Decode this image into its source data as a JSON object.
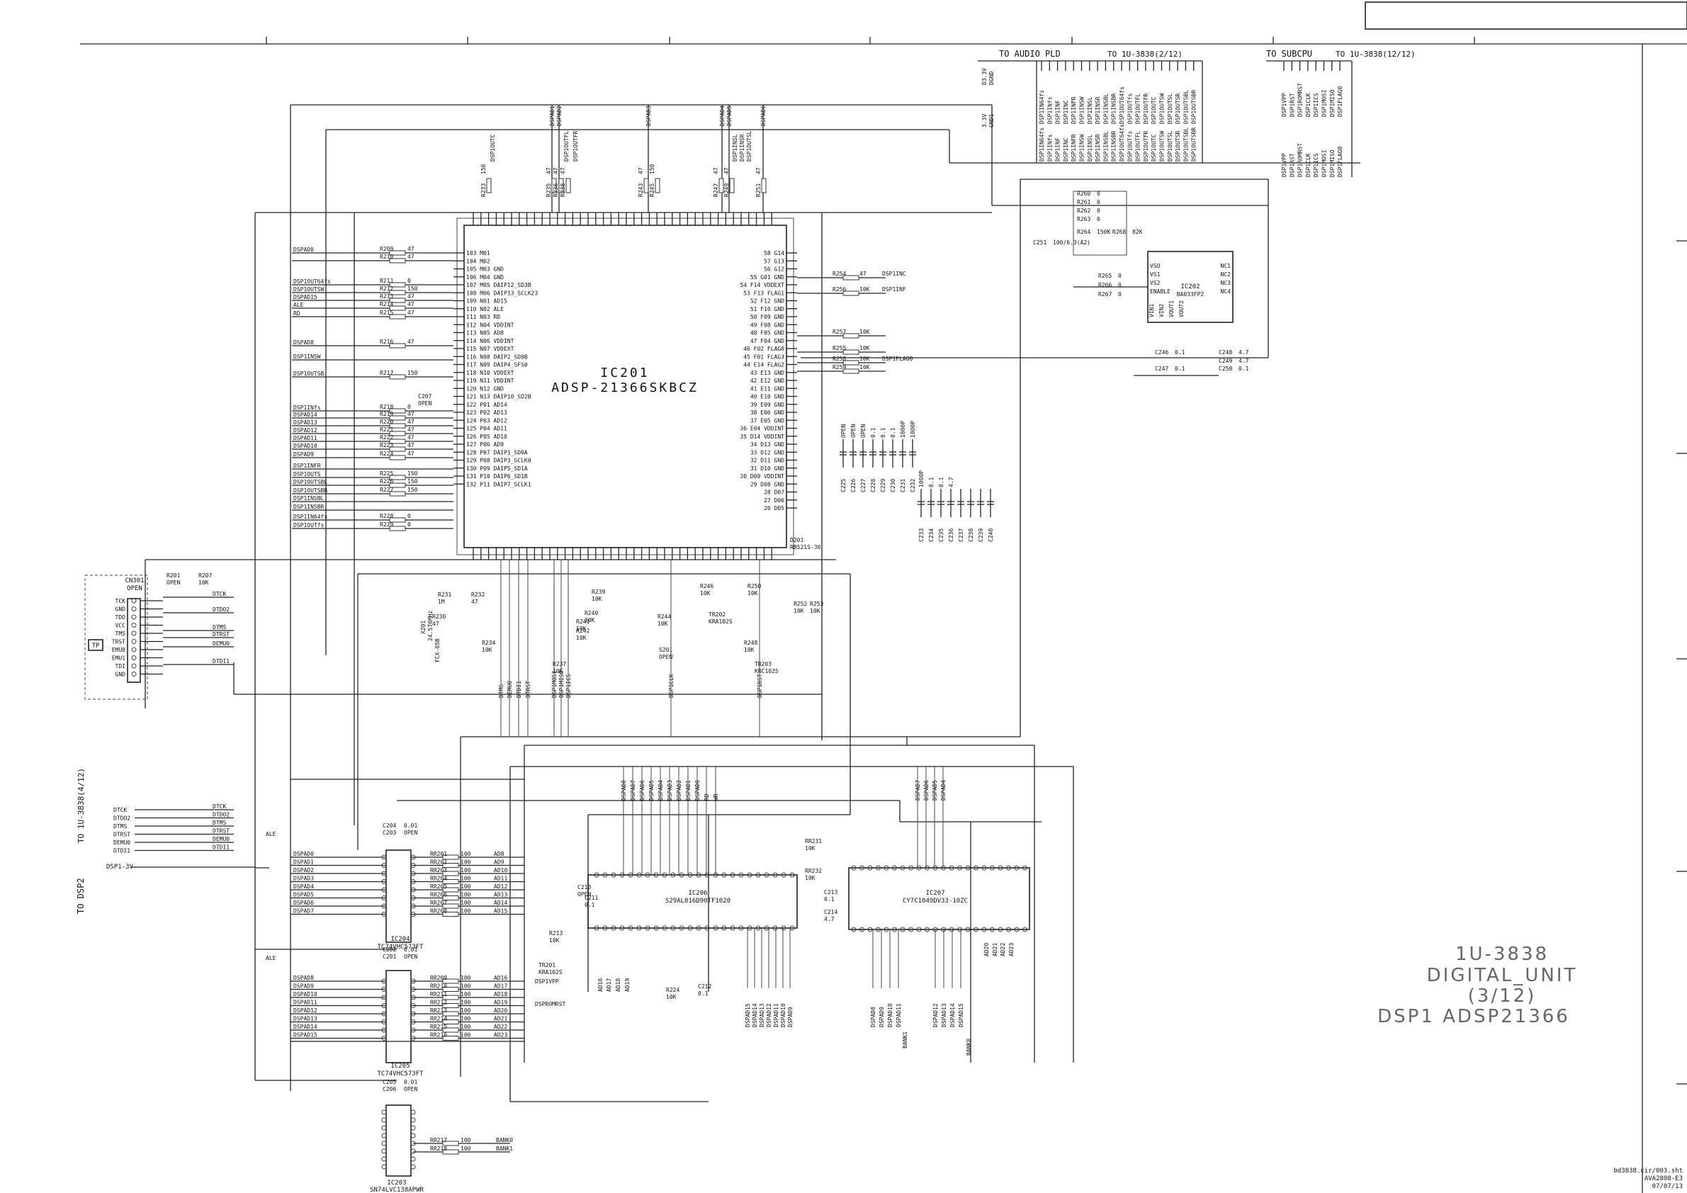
{
  "title": {
    "board": "1U-3838",
    "unit": "DIGITAL_UNIT",
    "page": "(3/12)",
    "subject": "DSP1 ADSP21366"
  },
  "footer": {
    "file": "bd3838.cir/003.sht",
    "code": "AVA2808-E3",
    "date": "07/07/13"
  },
  "connectors": {
    "audio_pld": {
      "label": "TO AUDIO PLD",
      "ref": "TO 1U-3838(2/12)"
    },
    "subcpu": {
      "label": "TO SUBCPU",
      "ref": "TO 1U-3838(12/12)"
    },
    "dsp2": {
      "label": "TO DSP2",
      "ref": "TO 1U-3838(4/12)"
    },
    "power": {
      "pin1": "3.3V",
      "pin2": "GND1",
      "net": "D3.3V",
      "net2": "DGND"
    }
  },
  "audio_pld_signals": [
    "DSP1IN64fs",
    "DSP1INfs",
    "DSP1INF",
    "DSP1INC",
    "DSP1INFR",
    "DSP1INSW",
    "DSP1INSL",
    "DSP1INSR",
    "DSP1INSBL",
    "DSP1INSBR",
    "DSP1OUT64fs",
    "DSP1OUTfs",
    "DSP1OUTFL",
    "DSP1OUTFR",
    "DSP1OUTC",
    "DSP1OUTSW",
    "DSP1OUTSL",
    "DSP1OUTSR",
    "DSP1OUTSBL",
    "DSP1OUTSBR"
  ],
  "subcpu_signals": [
    "DSP1VPP",
    "DSP1RST",
    "DSP1ROMRST",
    "DSP1CLK",
    "DSP1ICS",
    "DSP1MOSI",
    "DSP1MISO",
    "DSP1FLAG0"
  ],
  "ics": {
    "ic201": {
      "ref": "IC201",
      "part": "ADSP-21366SKBCZ"
    },
    "ic202": {
      "ref": "IC202",
      "part": "BA033FP2"
    },
    "ic204": {
      "ref": "IC204",
      "part": "TC74VHC573FT"
    },
    "ic205": {
      "ref": "IC205",
      "part": "TC74VHC573FT"
    },
    "ic203": {
      "ref": "IC203",
      "part": "SN74LVC138APWR"
    },
    "ic206": {
      "ref": "IC206",
      "part": "S29AL016D90TF1020"
    },
    "ic207": {
      "ref": "IC207",
      "part": "CY7C1049DV33-10ZC"
    }
  },
  "jtag": {
    "ref": "CN301",
    "note": "OPEN",
    "tp": "TP",
    "pins": [
      "TCK",
      "GND",
      "TDO",
      "VCC",
      "TMS",
      "TRST",
      "EMU0",
      "EMU1",
      "TDI",
      "GND"
    ],
    "dtags": [
      "DTCK",
      "DTDO2",
      "DTMS",
      "DTRST",
      "DEMU0",
      "DTDI1"
    ]
  },
  "dsp2_signals": [
    "DTCK",
    "DTDO2",
    "DTMS",
    "DTRST",
    "DEMU0",
    "DTDI1"
  ],
  "dsp2_power": "DSP1-3V",
  "left_nets": [
    {
      "net": "DSPAD0",
      "res": "R209",
      "val": "47"
    },
    {
      "net": "",
      "res": "R210",
      "val": "47"
    },
    {
      "net": "DSP1OUT64fs",
      "res": "R211",
      "val": "0"
    },
    {
      "net": "DSP1OUTSW",
      "res": "R212",
      "val": "150"
    },
    {
      "net": "DSPAD15",
      "res": "R213",
      "val": "47"
    },
    {
      "net": "ALE",
      "res": "R214",
      "val": "47"
    },
    {
      "net": "RD",
      "res": "R215",
      "val": "47"
    },
    {
      "net": "DSPAD8",
      "res": "R216",
      "val": "47"
    },
    {
      "net": "DSP1INSW",
      "res": "",
      "val": ""
    },
    {
      "net": "DSP1OUTSB",
      "res": "R217",
      "val": "150"
    },
    {
      "net": "DSP1INfs",
      "res": "R218",
      "val": "0"
    },
    {
      "net": "DSPAD14",
      "res": "R219",
      "val": "47"
    },
    {
      "net": "DSPAD13",
      "res": "R220",
      "val": "47"
    },
    {
      "net": "DSPAD12",
      "res": "R221",
      "val": "47"
    },
    {
      "net": "DSPAD11",
      "res": "R222",
      "val": "47"
    },
    {
      "net": "DSPAD10",
      "res": "R223",
      "val": "47"
    },
    {
      "net": "DSPAD9",
      "res": "R224",
      "val": "47"
    },
    {
      "net": "DSP1INFR",
      "res": "",
      "val": ""
    },
    {
      "net": "DSP1OUTS",
      "res": "R225",
      "val": "150"
    },
    {
      "net": "DSP1OUTSBL",
      "res": "R226",
      "val": "150"
    },
    {
      "net": "DSP1OUTSBR",
      "res": "R227",
      "val": "150"
    },
    {
      "net": "DSP1INSBL",
      "res": "",
      "val": ""
    },
    {
      "net": "DSP1INSBR",
      "res": "",
      "val": ""
    },
    {
      "net": "DSP1IN64fs",
      "res": "R228",
      "val": "0"
    },
    {
      "net": "DSP1OUTfs",
      "res": "R229",
      "val": "0"
    }
  ],
  "ic201_left_pins": [
    "103 M01",
    "104 M02",
    "105 M03 GND",
    "106 M04 GND",
    "107 M05 DAIP12_SD3B",
    "108 M06 DAIP13_SCLK23",
    "109 N01 AD15",
    "110 N02 ALE",
    "111 N03 RD",
    "112 N04 VDDINT",
    "113 N05 AD8",
    "114 N06 VDDINT",
    "115 N07 VDDEXT",
    "116 N08 DAIP2_SD0B",
    "117 N09 DAIP4_SFS0",
    "118 N10 VDDEXT",
    "119 N11 VDDINT",
    "120 N12 GND",
    "121 N13 DAIP10_SD2B",
    "122 P01 AD14",
    "123 P02 AD13",
    "124 P03 AD12",
    "125 P04 AD11",
    "126 P05 AD10",
    "127 P06 AD9",
    "128 P07 DAIP1_SD0A",
    "129 P08 DAIP3_SCLK0",
    "130 P09 DAIP5_SD1A",
    "131 P10 DAIP6_SD1B",
    "132 P11 DAIP7_SCLK1"
  ],
  "ic201_right_pins": [
    "58 G14",
    "57 G13",
    "56 G12",
    "55 G01 GND",
    "54 F14 VDDEXT",
    "53 F13 FLAG1",
    "52 F12 GND",
    "51 F10 GND",
    "50 F09 GND",
    "49 F08 GND",
    "48 F05 GND",
    "47 F04 GND",
    "46 F02 FLAG0",
    "45 F01 FLAG3",
    "44 E14 FLAG2",
    "43 E13 GND",
    "42 E12 GND",
    "41 E11 GND",
    "40 E10 GND",
    "39 E09 GND",
    "38 E06 GND",
    "37 E05 GND",
    "36 E04 VDDINT",
    "35 D14 VDDINT",
    "34 D13 GND",
    "33 D12 GND",
    "32 D11 GND",
    "31 D10 GND",
    "30 D09 VDDINT",
    "29 D08 GND",
    "28 D07",
    "27 D06",
    "26 D05"
  ],
  "right_nets": [
    {
      "net": "DSP1INC",
      "res": "R254",
      "val": "47"
    },
    {
      "net": "DSP1INF",
      "res": "R256",
      "val": "10K"
    },
    {
      "net": "",
      "res": "R257",
      "val": "10K"
    },
    {
      "net": "",
      "res": "R255",
      "val": "10K"
    },
    {
      "net": "DSP1FLAG0",
      "res": "R258",
      "val": "10K"
    },
    {
      "net": "",
      "res": "R259",
      "val": "10K"
    }
  ],
  "decoupling": [
    "C225",
    "C226",
    "C227",
    "C228",
    "C229",
    "C230",
    "C231",
    "C232",
    "C233",
    "C234",
    "C235",
    "C236",
    "C237",
    "C238",
    "C239",
    "C240"
  ],
  "dec_values": [
    "OPEN",
    "OPEN",
    "OPEN",
    "0.1",
    "0.1",
    "0.1",
    "1000P",
    "1000P",
    "1000P",
    "0.1",
    "0.1",
    "4.7"
  ],
  "ic202_pins": [
    "VSO",
    "VS1",
    "VS2",
    "ENABLE",
    "VIN1",
    "VIN2",
    "VOUT1",
    "VOUT2",
    "NC1",
    "NC2",
    "NC3",
    "NC4"
  ],
  "ic202_parts": [
    {
      "ref": "R260",
      "val": "0"
    },
    {
      "ref": "R261",
      "val": "0"
    },
    {
      "ref": "R262",
      "val": "0"
    },
    {
      "ref": "R263",
      "val": "0"
    },
    {
      "ref": "R264",
      "val": "150K"
    },
    {
      "ref": "R268",
      "val": "82K"
    },
    {
      "ref": "R265",
      "val": "0"
    },
    {
      "ref": "R266",
      "val": "0"
    },
    {
      "ref": "R267",
      "val": "0"
    },
    {
      "ref": "C251",
      "val": "100/6.3(A2)"
    },
    {
      "ref": "C246",
      "val": "0.1"
    },
    {
      "ref": "C247",
      "val": "0.1"
    },
    {
      "ref": "C248",
      "val": "4.7"
    },
    {
      "ref": "C249",
      "val": "4.7"
    },
    {
      "ref": "C250",
      "val": "0.1"
    }
  ],
  "top_bus": [
    "DSPAD1",
    "DSPAD2",
    "DSPAD3",
    "DSPAD4",
    "DSPAD5",
    "DSPAD6"
  ],
  "top_res": [
    {
      "ref": "R233",
      "val": "150"
    },
    {
      "ref": "R235",
      "val": "47"
    },
    {
      "ref": "R236",
      "val": "47"
    },
    {
      "ref": "R238",
      "val": "47"
    },
    {
      "ref": "R243",
      "val": "47"
    },
    {
      "ref": "R245",
      "val": "150"
    },
    {
      "ref": "R247",
      "val": "47"
    },
    {
      "ref": "R249",
      "val": "47"
    },
    {
      "ref": "R251",
      "val": "47"
    }
  ],
  "ic201_top_nets": [
    "DSP1OUTC",
    "DSP1OUTFL",
    "DSP1INSL",
    "DSP1OUTFR",
    "DSP1INSR",
    "DSP1OUTSL"
  ],
  "clock": {
    "ref": "X201",
    "val": "24.576MHz",
    "note": "FCX-05B"
  },
  "reset": [
    {
      "ref": "TR201",
      "val": "KRA102S"
    },
    {
      "ref": "TR202",
      "val": "KRA102S"
    },
    {
      "ref": "TR203",
      "val": "KRC102S"
    },
    {
      "ref": "D201",
      "val": "RB521S-30"
    }
  ],
  "mid_res": [
    {
      "ref": "R231",
      "val": "1M"
    },
    {
      "ref": "R232",
      "val": "47"
    },
    {
      "ref": "R230",
      "val": "47"
    },
    {
      "ref": "R234",
      "val": "10K"
    },
    {
      "ref": "R237",
      "val": "10K"
    },
    {
      "ref": "R239",
      "val": "10K"
    },
    {
      "ref": "R240",
      "val": "10K"
    },
    {
      "ref": "R241",
      "val": "10K"
    },
    {
      "ref": "R242",
      "val": "10K"
    },
    {
      "ref": "R244",
      "val": "10K"
    },
    {
      "ref": "R246",
      "val": "10K"
    },
    {
      "ref": "R248",
      "val": "10K"
    },
    {
      "ref": "R250",
      "val": "10K"
    },
    {
      "ref": "R252",
      "val": "10K"
    },
    {
      "ref": "R253",
      "val": "10K"
    },
    {
      "ref": "C207",
      "val": "OPEN"
    },
    {
      "ref": "R201",
      "val": "OPEN"
    },
    {
      "ref": "R207",
      "val": "10K"
    },
    {
      "ref": "S201",
      "val": "OPEN"
    }
  ],
  "mid_nets": [
    "DTMS",
    "DEMU0",
    "DTDI1",
    "DTRST",
    "DSP1MOSI",
    "DSP1MISO",
    "DSP1ICS",
    "DSP1CLK",
    "DSP1RST"
  ],
  "latch_a": {
    "in": [
      "DSPAD0",
      "DSPAD1",
      "DSPAD2",
      "DSPAD3",
      "DSPAD4",
      "DSPAD5",
      "DSPAD6",
      "DSPAD7"
    ],
    "res": [
      "RR201",
      "RR202",
      "RR203",
      "RR204",
      "RR205",
      "RR206",
      "RR207",
      "RR208"
    ],
    "out": [
      "AD8",
      "AD9",
      "AD10",
      "AD11",
      "AD12",
      "AD13",
      "AD14",
      "AD15"
    ],
    "val": "100",
    "caps": [
      {
        "ref": "C204",
        "val": "0.01"
      },
      {
        "ref": "C203",
        "val": "OPEN"
      }
    ],
    "ale": "ALE"
  },
  "latch_b": {
    "in": [
      "DSPAD8",
      "DSPAD9",
      "DSPAD10",
      "DSPAD11",
      "DSPAD12",
      "DSPAD13",
      "DSPAD14",
      "DSPAD15"
    ],
    "res": [
      "RR209",
      "RR210",
      "RR211",
      "RR212",
      "RR213",
      "RR214",
      "RR215",
      "RR216"
    ],
    "out": [
      "AD16",
      "AD17",
      "AD18",
      "AD19",
      "AD20",
      "AD21",
      "AD22",
      "AD23"
    ],
    "val": "100",
    "caps": [
      {
        "ref": "C202",
        "val": "0.01"
      },
      {
        "ref": "C201",
        "val": "OPEN"
      }
    ],
    "ale": "ALE"
  },
  "decoder": {
    "caps": [
      {
        "ref": "C205",
        "val": "0.01"
      },
      {
        "ref": "C206",
        "val": "OPEN"
      }
    ],
    "res": [
      {
        "ref": "RR217",
        "val": "100",
        "out": "BANK0"
      },
      {
        "ref": "RR218",
        "val": "100",
        "out": "BANK1"
      }
    ]
  },
  "flash_top": [
    "DSPAD8",
    "DSPAD7",
    "DSPAD6",
    "DSPAD5",
    "DSPAD4",
    "DSPAD3",
    "DSPAD2",
    "DSPAD1",
    "DSPAD0",
    "RD",
    "WR"
  ],
  "sram_top": [
    "DSPAD7",
    "DSPAD6",
    "DSPAD5",
    "DSPAD4"
  ],
  "flash_bottom": [
    "DSPAD15",
    "DSPAD14",
    "DSPAD13",
    "DSPAD12",
    "DSPAD11",
    "DSPAD10",
    "DSPAD9"
  ],
  "sram_bottom": [
    "DSPAD8",
    "DSPAD9",
    "DSPAD10",
    "DSPAD11",
    "DSPAD12",
    "DSPAD13",
    "DSPAD14",
    "DSPAD15"
  ],
  "mem_parts": [
    {
      "ref": "RR231",
      "val": "10K"
    },
    {
      "ref": "RR232",
      "val": "10K"
    },
    {
      "ref": "R213",
      "val": "10K"
    },
    {
      "ref": "R224",
      "val": "10K"
    },
    {
      "ref": "C212",
      "val": "0.1"
    },
    {
      "ref": "C214",
      "val": "4.7"
    },
    {
      "ref": "C213",
      "val": "0.1"
    },
    {
      "ref": "C210",
      "val": "OPEN"
    },
    {
      "ref": "C211",
      "val": "0.1"
    }
  ],
  "mem_nets": [
    "DSP1VPP",
    "DSPROMRST",
    "BANK1",
    "BANK0",
    "AD16",
    "AD17",
    "AD18",
    "AD19",
    "AD20",
    "AD21",
    "AD22",
    "AD23"
  ]
}
